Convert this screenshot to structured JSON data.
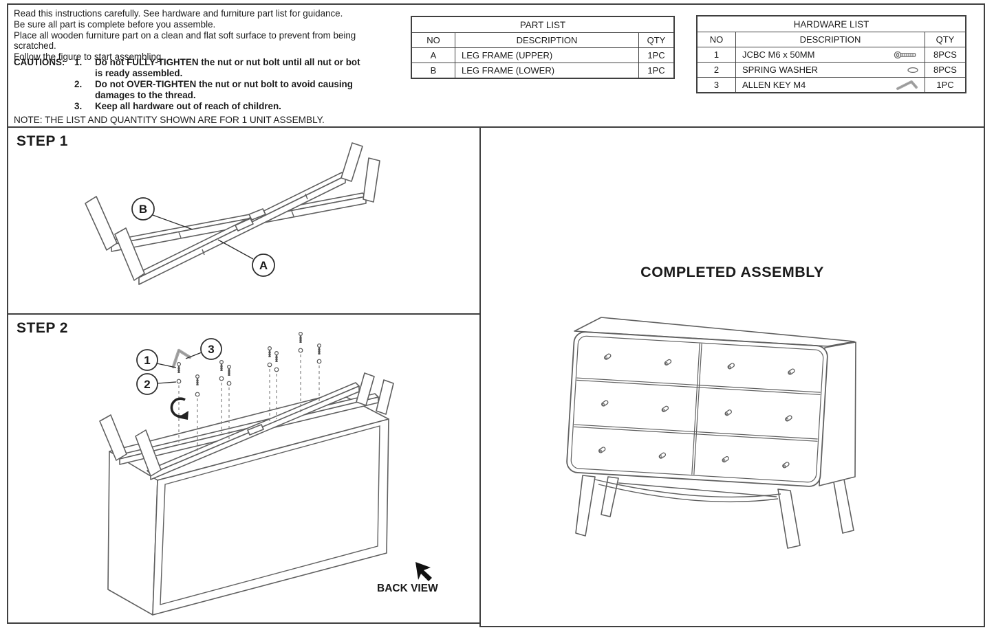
{
  "colors": {
    "background": "#ffffff",
    "text": "#1a1a1a",
    "panel_border": "#3f3f3f",
    "line_art": "#5f5f5f",
    "tool_gray": "#a0a0a0"
  },
  "instructions": {
    "lines": [
      "Read this instructions carefully. See hardware and furniture part list for guidance.",
      "Be sure all part is complete before you assemble.",
      "Place all wooden furniture part on a clean and flat soft surface to prevent from being scratched.",
      "Follow the figure to start assembling."
    ],
    "cautions_label": "CAUTIONS:",
    "cautions": [
      {
        "num": "1.",
        "lines": [
          "Do not FULLY-TIGHTEN the nut or nut bolt until all nut or bot",
          "is ready assembled."
        ]
      },
      {
        "num": "2.",
        "lines": [
          "Do not OVER-TIGHTEN the nut or nut bolt to avoid causing",
          "damages to the thread."
        ]
      },
      {
        "num": "3.",
        "lines": [
          "Keep all hardware out of reach of children."
        ]
      }
    ],
    "note": "NOTE: THE LIST AND QUANTITY SHOWN ARE FOR 1 UNIT ASSEMBLY."
  },
  "part_list": {
    "title": "PART LIST",
    "headers": [
      "NO",
      "DESCRIPTION",
      "QTY"
    ],
    "rows": [
      {
        "no": "A",
        "description": "LEG FRAME (UPPER)",
        "qty": "1PC"
      },
      {
        "no": "B",
        "description": "LEG FRAME (LOWER)",
        "qty": "1PC"
      }
    ]
  },
  "hardware_list": {
    "title": "HARDWARE LIST",
    "headers": [
      "NO",
      "DESCRIPTION",
      "QTY"
    ],
    "rows": [
      {
        "no": "1",
        "description": "JCBC M6 x 50MM",
        "qty": "8PCS",
        "icon": "bolt-icon"
      },
      {
        "no": "2",
        "description": "SPRING WASHER",
        "qty": "8PCS",
        "icon": "washer-icon"
      },
      {
        "no": "3",
        "description": "ALLEN KEY M4",
        "qty": "1PC",
        "icon": "allen-key-icon"
      }
    ]
  },
  "steps": {
    "step1": {
      "label": "STEP 1",
      "callouts": {
        "a": "A",
        "b": "B"
      }
    },
    "step2": {
      "label": "STEP 2",
      "callouts": {
        "c1": "1",
        "c2": "2",
        "c3": "3"
      },
      "back_view": "BACK VIEW"
    }
  },
  "completed": {
    "title": "COMPLETED ASSEMBLY"
  }
}
